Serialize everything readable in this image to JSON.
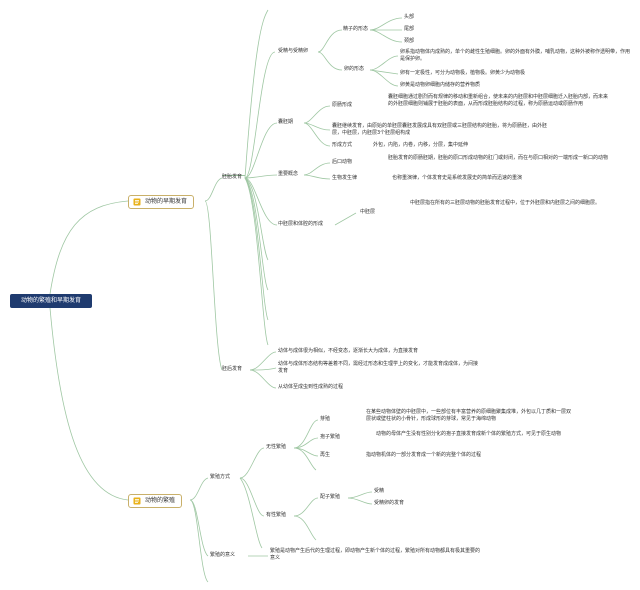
{
  "root": "动物的繁殖和早期发育",
  "colors": {
    "root_bg": "#1f3b6f",
    "line": "#9fc7a3",
    "main_border": "#c9b06a",
    "icon": "#e9b21a"
  },
  "icons": {
    "main_topic": "note-icon"
  },
  "branches": {
    "early": {
      "title": "动物的早期发育",
      "embryo": {
        "label": "胚胎发育",
        "fertilization": {
          "label": "受精与受精卵",
          "sperm": {
            "label": "精子的形态",
            "items": [
              "头部",
              "尾部",
              "颈部"
            ]
          },
          "egg": {
            "label": "卵的形态",
            "items": [
              "卵系指动物体内成熟的，单个的雌性生殖细胞。卵的外面有外膜，哺乳动物，这种外被称作透明带，作用是保护卵。",
              "卵有一定极性，可分为动物极，植物极。卵黄少为动物极",
              "卵黄是动物卵细胞内储存的营养物质"
            ]
          }
        },
        "blastula": {
          "label": "囊胚期",
          "formation": {
            "label": "原肠形成",
            "text": "囊胚细胞通过剧烈而有规律的移动和重新组合，使未来的内胚层和中胚层细胞迁入胚胎内部，而未来的外胚层细胞则铺展于胚胎的表面，从而形成胚胎结构的过程，称为原肠运动或原肠作用"
          },
          "continue": "囊胚继续发育，由原始的单胚层囊胚发展成具有双胚层或三胚层结构的胚胎，将为原肠胚，由外胚层，中胚层，内胚层3个胚层组构成",
          "method": {
            "label": "形成方式",
            "text": "外包，内陷，内卷，内移，分层，集中延伸"
          }
        },
        "concepts": {
          "label": "重要概念",
          "protostome": {
            "label": "后口动物",
            "text": "胚胎发育的原肠胚期，胚胎的原口形成动物的肛门或封闭，而在与原口相对的一端形成一新口的动物"
          },
          "biogenetic": {
            "label": "生物发生律",
            "text": "也称重演律，个体发育史是系统发展史的简单而迅速的重演"
          }
        },
        "mesoderm": {
          "label": "中胚层和体腔的形成",
          "node": {
            "label": "中胚层",
            "text": "中胚层指在所有的三胚层动物的胚胎发育过程中，位于外胚层和内胚层之间的细胞层。"
          }
        }
      },
      "postembryo": {
        "label": "胚后发育",
        "items": [
          "幼体与成体很为相似，不经变态，逐渐长大为成体，为直接发育",
          "幼体与成体形态结构等差着不同，需经过形态和生理学上的变化，才能发育成成体，为间接发育",
          "从幼体至成虫到性成熟的过程"
        ]
      }
    },
    "reproduction": {
      "title": "动物的繁殖",
      "methods": {
        "label": "繁殖方式",
        "asexual": {
          "label": "无性繁殖",
          "budding": {
            "label": "芽殖",
            "text": "在某些动物体壁的中胚层中，一些部位有丰富营养的原细胞聚集成堆，外包以几丁质和一层双层状或壁柱状的小骨针，形成球形的芽球，常见于海绵动物"
          },
          "spore": {
            "label": "孢子繁殖",
            "text": "动物的母体产生没有性别分化的孢子直接发育成新个体的繁殖方式，可见于原生动物"
          },
          "regeneration": {
            "label": "再生",
            "text": "指动物机体的一部分发育成一个新的完整个体的过程"
          }
        },
        "sexual": {
          "label": "有性繁殖",
          "gamete": {
            "label": "配子繁殖",
            "items": [
              "受精",
              "受精卵的发育"
            ]
          }
        }
      },
      "meaning": {
        "label": "繁殖的意义",
        "text": "繁殖是动物产生后代的生理过程，即动物产生新个体的过程，繁殖对所有动物都具有极其重要的意义"
      }
    }
  }
}
